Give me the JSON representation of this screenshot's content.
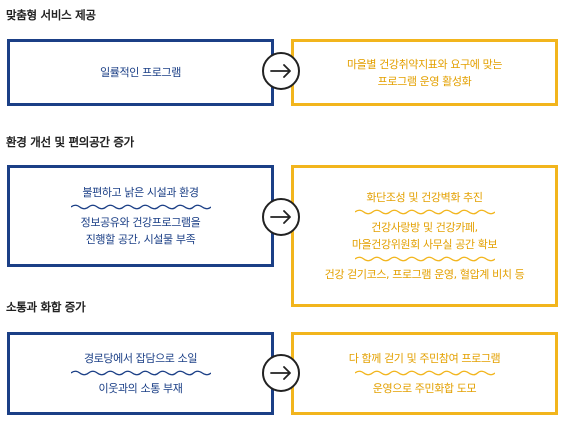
{
  "sections": [
    {
      "title": "맞춤형 서비스 제공",
      "left": [
        "일률적인 프로그램"
      ],
      "right": [
        "마을별 건강취약지표와 요구에 맞는",
        "프로그램 운영 활성화"
      ]
    },
    {
      "title": "환경 개선 및 편의공간 증가",
      "left": [
        "불편하고 낡은 시설과 환경",
        "정보공유와 건강프로그램을",
        "진행할 공간, 시설물 부족"
      ],
      "right": [
        "화단조성 및 건강벽화 추진",
        "건강사랑방 및 건강카페,",
        "마을건강위원회 사무실 공간 확보",
        "건강 걷기코스, 프로그램 운영, 혈압계 비치 등"
      ]
    },
    {
      "title": "소통과 화합 증가",
      "left": [
        "경로당에서 잡담으로 소일",
        "이웃과의 소통 부재"
      ],
      "right": [
        "다 함께 걷기 및 주민참여 프로그램",
        "운영으로 주민화합 도모"
      ]
    }
  ],
  "colors": {
    "left_border": "#1b3f86",
    "right_border": "#f2b51d",
    "title": "#222222"
  },
  "icons": {
    "arrow": "arrow-right-icon",
    "separator": "wave-divider"
  }
}
